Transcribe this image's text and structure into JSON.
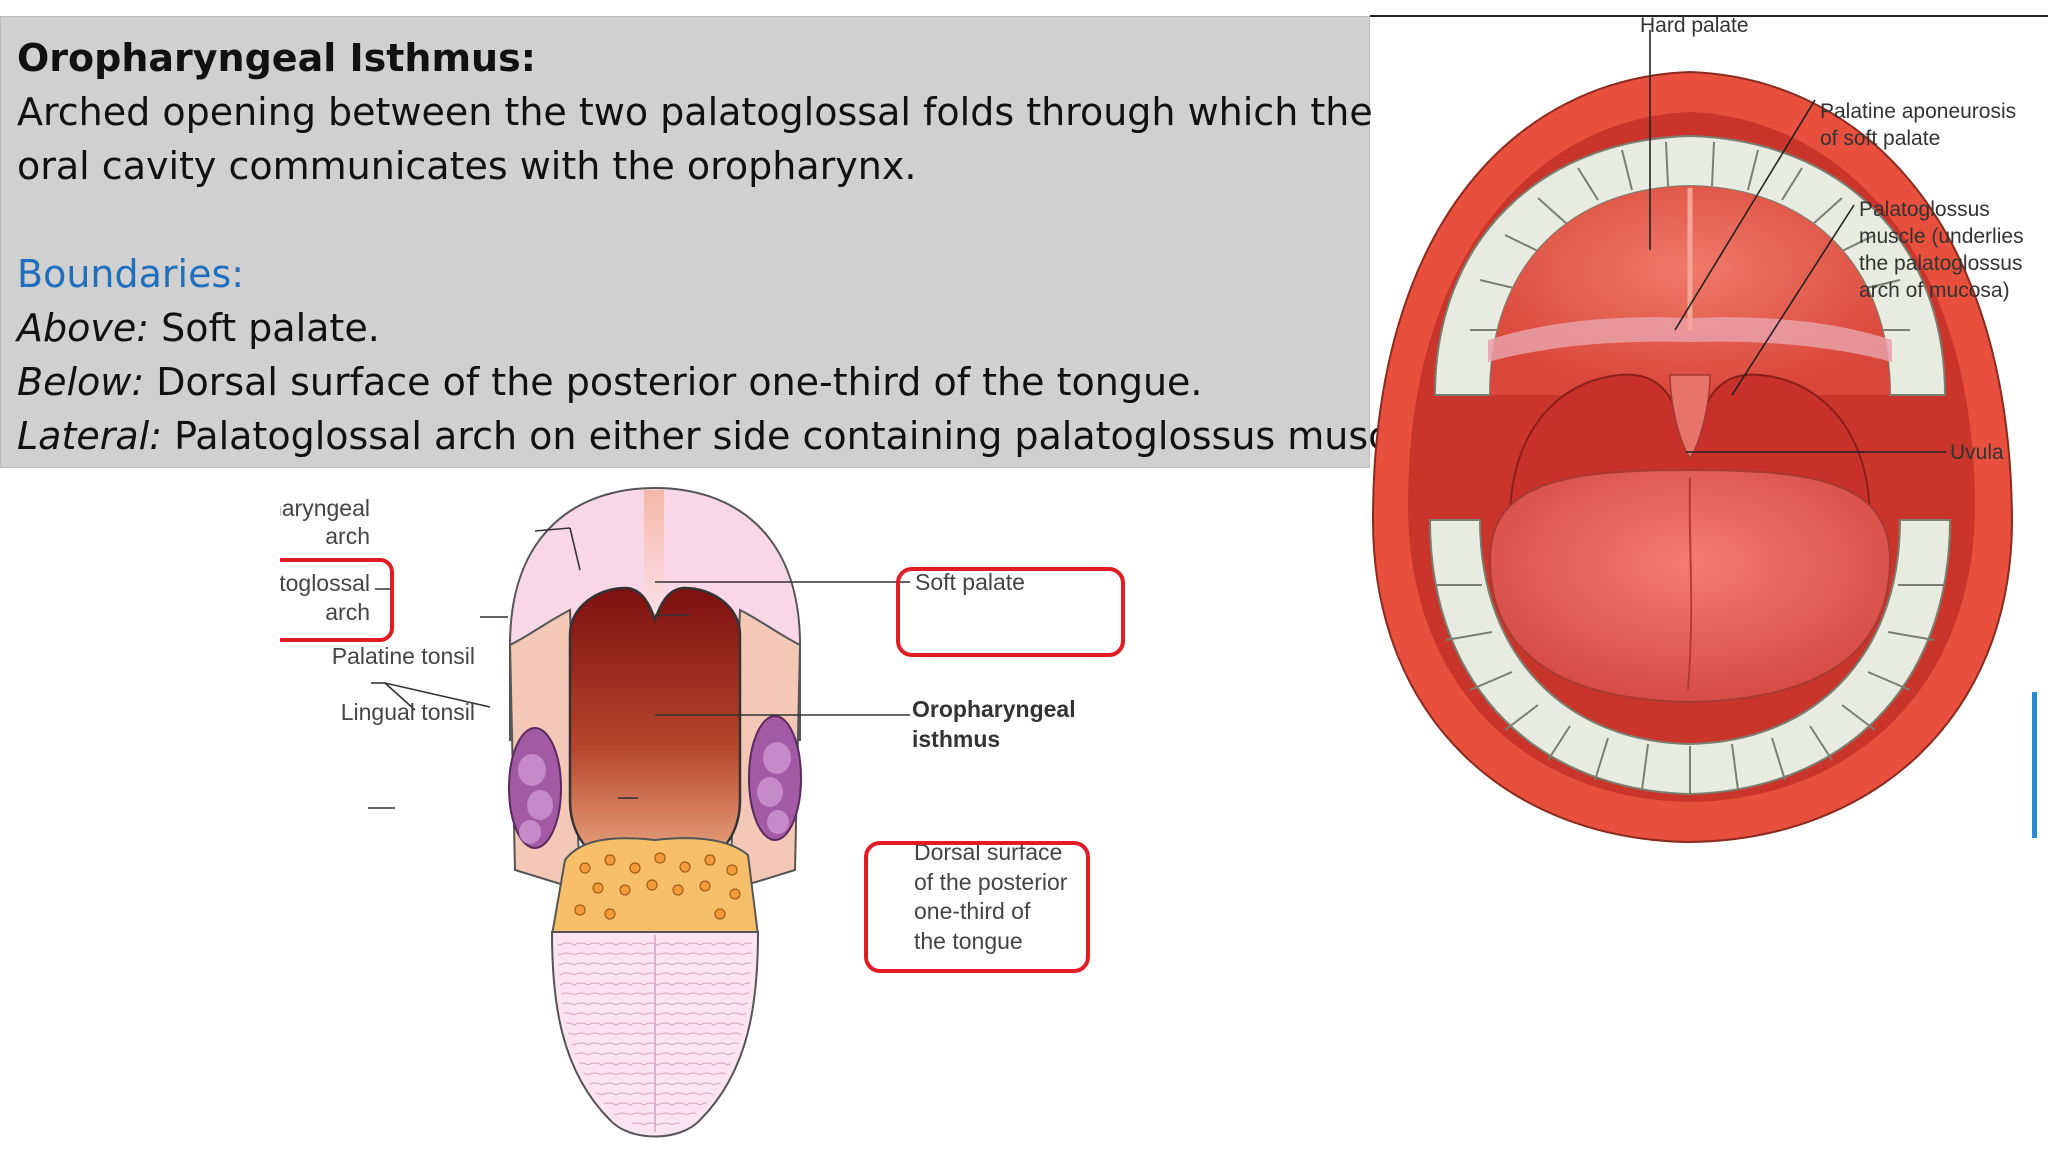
{
  "text_panel": {
    "title": "Oropharyngeal Isthmus:",
    "description_line1": "Arched opening between the two palatoglossal folds through which the",
    "description_line2": "oral cavity  communicates with the oropharynx.",
    "boundaries_heading": "Boundaries:",
    "above_label": "Above:",
    "above_text": " Soft palate.",
    "below_label": "Below:",
    "below_text": " Dorsal surface of the posterior one-third of the tongue.",
    "lateral_label": "Lateral:",
    "lateral_text": " Palatoglossal arch on either side containing palatoglossus muscle."
  },
  "tongue_diagram": {
    "labels": {
      "palatopharyngeal_1": "Palatopharyngeal",
      "palatopharyngeal_2": "arch",
      "palatoglossal_1": "Palatoglossal",
      "palatoglossal_2": "arch",
      "palatine_tonsil": "Palatine tonsil",
      "lingual_tonsil": "Lingual tonsil",
      "soft_palate": "Soft palate",
      "oropharyngeal_1": "Oropharyngeal",
      "oropharyngeal_2": "isthmus",
      "dorsal_1": "Dorsal surface",
      "dorsal_2": "of the posterior",
      "dorsal_3": "one-third of",
      "dorsal_4": "the tongue"
    },
    "highlight_color": "#e31b23"
  },
  "mouth_diagram": {
    "labels": {
      "hard_palate": "Hard palate",
      "palatine_aponeurosis_1": "Palatine aponeurosis",
      "palatine_aponeurosis_2": "of soft palate",
      "palatoglossus_1": "Palatoglossus",
      "palatoglossus_2": "muscle (underlies",
      "palatoglossus_3": "the palatoglossus",
      "palatoglossus_4": "arch of mucosa)",
      "uvula": "Uvula"
    }
  },
  "colors": {
    "panel_bg": "#d0d0d0",
    "boundaries_heading": "#1f6fbf",
    "lip_red": "#e8503d",
    "tooth": "#e8ece0"
  }
}
